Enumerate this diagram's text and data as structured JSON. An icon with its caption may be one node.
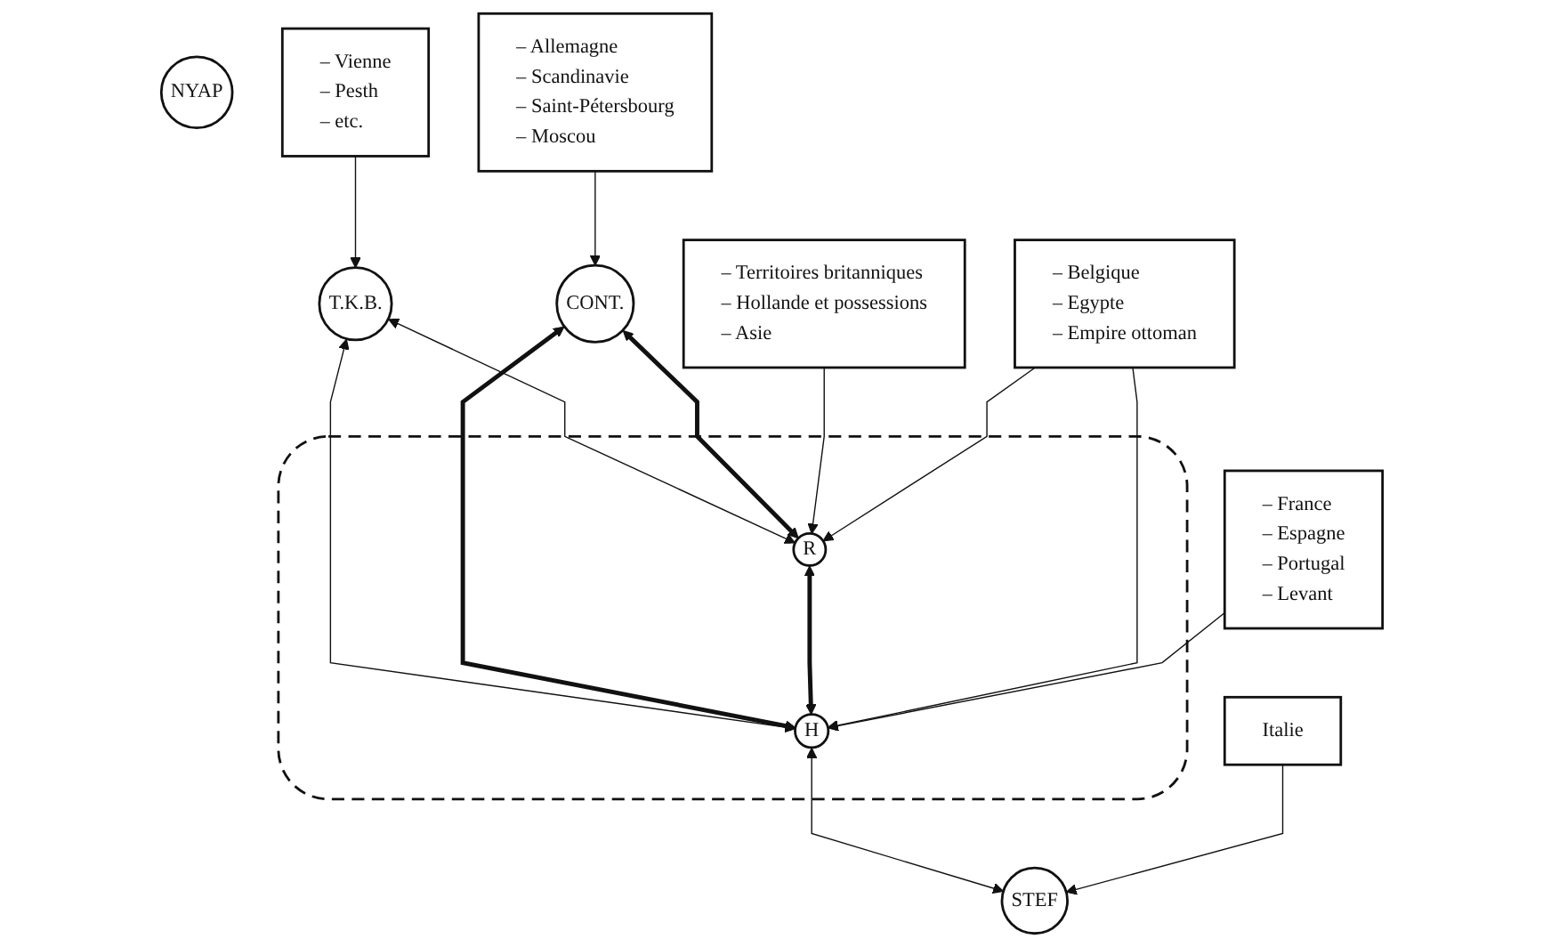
{
  "diagram": {
    "nodes": [
      {
        "text": [
          "NYAP"
        ]
      },
      {
        "text": [
          "T.K.B."
        ]
      },
      {
        "text": [
          "CONT."
        ]
      },
      {
        "text": [
          "– Allemagne",
          "– Scandinavie",
          "– Saint-Pétersbourg",
          "– Moscou"
        ]
      },
      {
        "text": [
          "– Vienne",
          "– Pesth",
          "– etc."
        ]
      },
      {
        "text": [],
        "shape": "box"
      },
      {
        "text": [
          "R"
        ],
        "in": 5
      },
      {
        "text": [
          "H"
        ],
        "in": 5
      },
      {
        "text": [
          "STEF"
        ]
      },
      {
        "text": [
          "Italie"
        ]
      },
      {
        "text": [
          "– Territoires britanniques",
          "– Hollande et possessions",
          "– Asie"
        ]
      },
      {
        "text": [
          "– Belgique",
          "– Egypte",
          "– Empire ottoman"
        ]
      },
      {
        "text": [
          "– France",
          "– Espagne",
          "– Portugal",
          "– Levant"
        ]
      }
    ],
    "edges": [
      {
        "from": 3,
        "to": 2,
        "arrow": "to"
      },
      {
        "from": 4,
        "to": 1,
        "arrow": "to"
      },
      {
        "from": 1,
        "to": 6,
        "arrow": "both"
      },
      {
        "from": 2,
        "to": 6,
        "arrow": "both",
        "style": "thick"
      },
      {
        "from": 1,
        "to": 7,
        "arrow": "both"
      },
      {
        "from": 2,
        "to": 7,
        "arrow": "both",
        "style": "thick"
      },
      {
        "from": 6,
        "to": 7,
        "arrow": "both",
        "style": "thick"
      },
      {
        "from": 7,
        "to": 8,
        "arrow": "both"
      },
      {
        "from": 9,
        "to": 8,
        "arrow": "to"
      },
      {
        "from": 10,
        "to": 6,
        "arrow": "to"
      },
      {
        "from": 11,
        "to": 6,
        "arrow": "to"
      },
      {
        "from": 11,
        "to": 7,
        "arrow": "to"
      },
      {
        "from": 12,
        "to": 7,
        "arrow": "to"
      }
    ]
  }
}
